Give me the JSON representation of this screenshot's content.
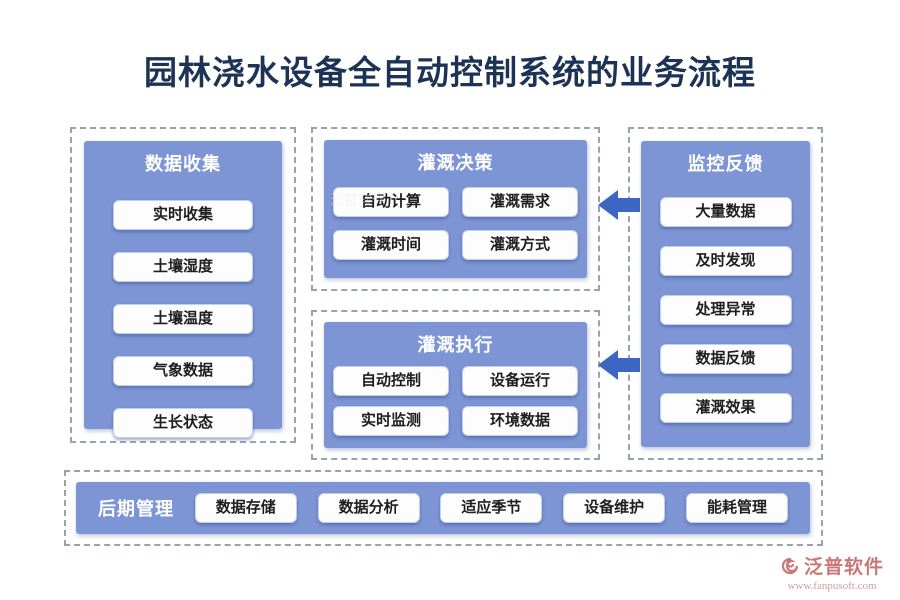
{
  "title": "园林浇水设备全自动控制系统的业务流程",
  "panels": {
    "data_collection": {
      "title": "数据收集",
      "items": [
        "实时收集",
        "土壤湿度",
        "土壤温度",
        "气象数据",
        "生长状态"
      ]
    },
    "irrigation_decision": {
      "title": "灌溉决策",
      "items": [
        "自动计算",
        "灌溉需求",
        "灌溉时间",
        "灌溉方式"
      ]
    },
    "irrigation_execution": {
      "title": "灌溉执行",
      "items": [
        "自动控制",
        "设备运行",
        "实时监测",
        "环境数据"
      ]
    },
    "monitoring_feedback": {
      "title": "监控反馈",
      "items": [
        "大量数据",
        "及时发现",
        "处理异常",
        "数据反馈",
        "灌溉效果"
      ]
    },
    "later_management": {
      "title": "后期管理",
      "items": [
        "数据存储",
        "数据分析",
        "适应季节",
        "设备维护",
        "能耗管理"
      ]
    }
  },
  "watermark": {
    "ghost": "泛普软件",
    "brand": "泛普软件",
    "url": "www.fanpusoft.com"
  },
  "colors": {
    "panel_blue": "#7e95d5",
    "arrow_blue": "#3b66c4",
    "title_navy": "#1c3355",
    "watermark_red": "#c97878",
    "dashed_border": "#9aa3ad"
  }
}
